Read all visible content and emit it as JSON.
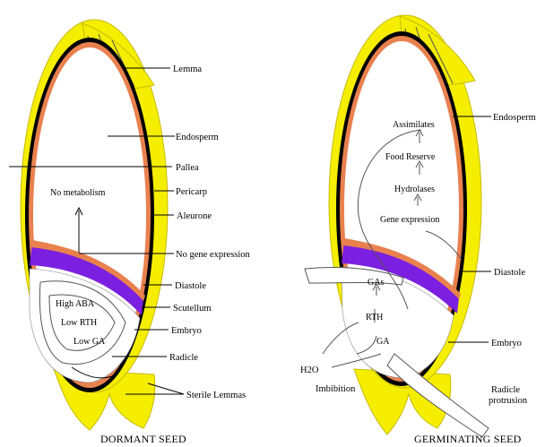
{
  "colors": {
    "husk": "#f5ee00",
    "husk_dark": "#c8bb00",
    "pericarp_line": "#000000",
    "aleurone": "#e9814f",
    "scutellum": "#7b1fe0",
    "endosperm": "#ffffff",
    "embryo_region": "#ffffff"
  },
  "dormant": {
    "caption": "DORMANT SEED",
    "labels": {
      "lemma": "Lemma",
      "endosperm": "Endosperm",
      "pallea": "Pallea",
      "pericarp": "Pericarp",
      "aleurone": "Aleurone",
      "no_metabolism": "No metabolism",
      "no_gene": "No gene expression",
      "diastole": "Diastole",
      "scutellum": "Scutellum",
      "high_aba": "High ABA",
      "low_rth": "Low RTH",
      "low_ga": "Low GA",
      "embryo": "Embryo",
      "radicle": "Radicle",
      "sterile_lemmas": "Sterile Lemmas"
    }
  },
  "germinating": {
    "caption": "GERMINATING SEED",
    "labels": {
      "endosperm": "Endosperm",
      "assimilates": "Assimilates",
      "food_reserve": "Food Reserve",
      "hydrolases": "Hydrolases",
      "gene_expression": "Gene expression",
      "diastole": "Diastole",
      "gas": "GAs",
      "rth": "RTH",
      "ga": "GA",
      "embryo": "Embryo",
      "h2o": "H2O",
      "imbibition": "Imbibition",
      "radicle_protrusion_1": "Radicle",
      "radicle_protrusion_2": "protrusion"
    }
  }
}
